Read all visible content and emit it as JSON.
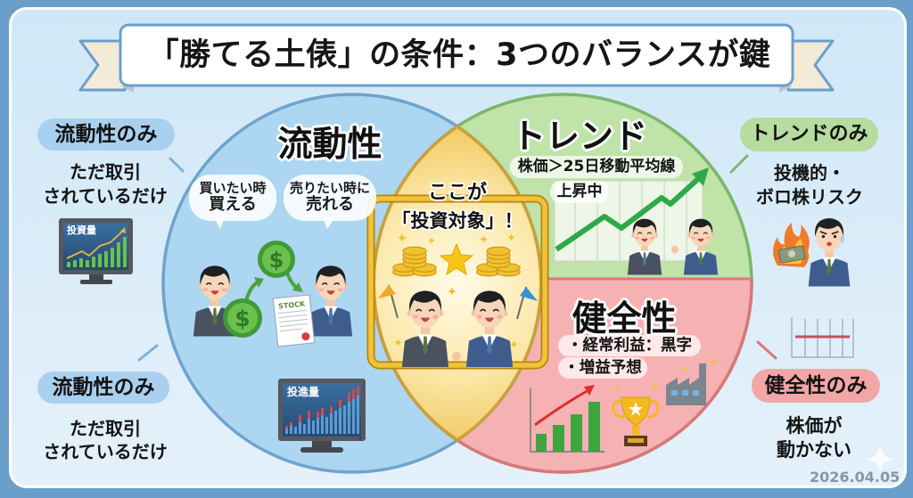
{
  "title": "「勝てる土俵」の条件：3つのバランスが鍵",
  "liquidity": {
    "label": "流動性",
    "bubble_buy": {
      "line1": "買いたい時",
      "line2": "買える"
    },
    "bubble_sell": {
      "line1": "売りたい時に",
      "line2": "売れる"
    },
    "coin_symbol": "$",
    "document_label": "STOCK",
    "monitor_label": "投進量"
  },
  "trend": {
    "label": "トレンド",
    "condition": "株価＞25日移動平均線",
    "status": "上昇中"
  },
  "health": {
    "label": "健全性",
    "points": [
      "・経常利益：黒字",
      "・増益予想"
    ]
  },
  "center": {
    "line1": "ここが",
    "line2": "「投資対象」！"
  },
  "callouts": {
    "liquidity_top": {
      "tag": "流動性のみ",
      "line1": "ただ取引",
      "line2": "されているだけ",
      "monitor_label": "投資量"
    },
    "liquidity_bottom": {
      "tag": "流動性のみ",
      "line1": "ただ取引",
      "line2": "されているだけ"
    },
    "trend_only": {
      "tag": "トレンドのみ",
      "line1": "投機的・",
      "line2": "ボロ株リスク"
    },
    "health_only": {
      "tag": "健全性のみ",
      "line1": "株価が",
      "line2": "動かない"
    }
  },
  "date": "2026.04.05",
  "colors": {
    "frame": "#6a9fcb",
    "panel": "#d6eaf8",
    "liquidity_circle": "#acd6f1",
    "liquidity_stroke": "#6fa3cc",
    "trend_circle": "#bfe3a8",
    "trend_stroke": "#7cb66a",
    "health_circle": "#f6b1b3",
    "health_stroke": "#d9777b",
    "center_lens": "#f0c75e",
    "center_frame": "#e6b422",
    "liquidity_tag": "#a9d0ee",
    "trend_tag": "#b6dc9f",
    "health_tag": "#f2a6a6",
    "date_text": "#8796a6"
  },
  "icons": [
    "title-ribbon",
    "businessman",
    "dollar-coin",
    "stock-certificate",
    "monitor-chart",
    "gold-coins",
    "star",
    "flag",
    "trend-arrow",
    "burning-money",
    "flat-chart",
    "bar-chart-rising",
    "trophy",
    "factory",
    "sparkle"
  ]
}
